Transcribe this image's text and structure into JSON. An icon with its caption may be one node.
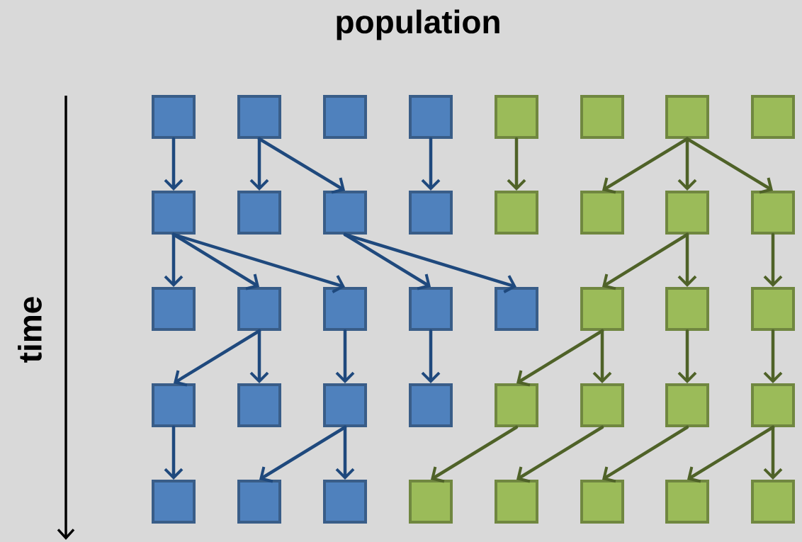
{
  "diagram": {
    "title": "population",
    "nodes": [
      {
        "text": [],
        "shape": "box"
      },
      {
        "text": [],
        "shape": "box"
      },
      {
        "text": [],
        "shape": "box"
      },
      {
        "text": [],
        "shape": "box"
      },
      {
        "text": [],
        "shape": "box"
      },
      {
        "text": [],
        "shape": "box"
      },
      {
        "text": [],
        "shape": "box"
      },
      {
        "text": [],
        "shape": "box"
      },
      {
        "text": [],
        "shape": "box"
      },
      {
        "text": [],
        "shape": "box"
      },
      {
        "text": [],
        "shape": "box"
      },
      {
        "text": [],
        "shape": "box"
      },
      {
        "text": [],
        "shape": "box"
      },
      {
        "text": [],
        "shape": "box"
      },
      {
        "text": [],
        "shape": "box"
      },
      {
        "text": [],
        "shape": "box"
      },
      {
        "text": [],
        "shape": "box"
      },
      {
        "text": [],
        "shape": "box"
      },
      {
        "text": [],
        "shape": "box"
      },
      {
        "text": [],
        "shape": "box"
      },
      {
        "text": [],
        "shape": "box"
      },
      {
        "text": [],
        "shape": "box"
      },
      {
        "text": [],
        "shape": "box"
      },
      {
        "text": [],
        "shape": "box"
      },
      {
        "text": [],
        "shape": "box"
      },
      {
        "text": [],
        "shape": "box"
      },
      {
        "text": [],
        "shape": "box"
      },
      {
        "text": [],
        "shape": "box"
      },
      {
        "text": [],
        "shape": "box"
      },
      {
        "text": [],
        "shape": "box"
      },
      {
        "text": [],
        "shape": "box"
      },
      {
        "text": [],
        "shape": "box"
      },
      {
        "text": [],
        "shape": "box"
      },
      {
        "text": [],
        "shape": "box"
      },
      {
        "text": [],
        "shape": "box"
      },
      {
        "text": [],
        "shape": "box"
      },
      {
        "text": [],
        "shape": "box"
      },
      {
        "text": [],
        "shape": "box"
      },
      {
        "text": [],
        "shape": "box"
      },
      {
        "text": [],
        "shape": "box"
      }
    ],
    "edges": [
      {
        "from": 0,
        "to": 8,
        "arrow": "to",
        "color": "#1f497d"
      },
      {
        "from": 1,
        "to": 9,
        "arrow": "to",
        "color": "#1f497d"
      },
      {
        "from": 1,
        "to": 10,
        "arrow": "to",
        "color": "#1f497d"
      },
      {
        "from": 3,
        "to": 11,
        "arrow": "to",
        "color": "#1f497d"
      },
      {
        "from": 4,
        "to": 12,
        "arrow": "to",
        "color": "#4f6228"
      },
      {
        "from": 6,
        "to": 13,
        "arrow": "to",
        "color": "#4f6228"
      },
      {
        "from": 6,
        "to": 14,
        "arrow": "to",
        "color": "#4f6228"
      },
      {
        "from": 6,
        "to": 15,
        "arrow": "to",
        "color": "#4f6228"
      },
      {
        "from": 8,
        "to": 16,
        "arrow": "to",
        "color": "#1f497d"
      },
      {
        "from": 8,
        "to": 17,
        "arrow": "to",
        "color": "#1f497d"
      },
      {
        "from": 8,
        "to": 18,
        "arrow": "to",
        "color": "#1f497d"
      },
      {
        "from": 10,
        "to": 19,
        "arrow": "to",
        "color": "#1f497d"
      },
      {
        "from": 10,
        "to": 20,
        "arrow": "to",
        "color": "#1f497d"
      },
      {
        "from": 14,
        "to": 21,
        "arrow": "to",
        "color": "#4f6228"
      },
      {
        "from": 14,
        "to": 22,
        "arrow": "to",
        "color": "#4f6228"
      },
      {
        "from": 15,
        "to": 23,
        "arrow": "to",
        "color": "#4f6228"
      },
      {
        "from": 17,
        "to": 24,
        "arrow": "to",
        "color": "#1f497d"
      },
      {
        "from": 17,
        "to": 25,
        "arrow": "to",
        "color": "#1f497d"
      },
      {
        "from": 18,
        "to": 26,
        "arrow": "to",
        "color": "#1f497d"
      },
      {
        "from": 19,
        "to": 27,
        "arrow": "to",
        "color": "#1f497d"
      },
      {
        "from": 21,
        "to": 28,
        "arrow": "to",
        "color": "#4f6228"
      },
      {
        "from": 21,
        "to": 29,
        "arrow": "to",
        "color": "#4f6228"
      },
      {
        "from": 22,
        "to": 30,
        "arrow": "to",
        "color": "#4f6228"
      },
      {
        "from": 23,
        "to": 31,
        "arrow": "to",
        "color": "#4f6228"
      },
      {
        "from": 24,
        "to": 32,
        "arrow": "to",
        "color": "#1f497d"
      },
      {
        "from": 26,
        "to": 33,
        "arrow": "to",
        "color": "#1f497d"
      },
      {
        "from": 26,
        "to": 34,
        "arrow": "to",
        "color": "#1f497d"
      },
      {
        "from": 28,
        "to": 35,
        "arrow": "to",
        "color": "#4f6228"
      },
      {
        "from": 29,
        "to": 36,
        "arrow": "to",
        "color": "#4f6228"
      },
      {
        "from": 30,
        "to": 37,
        "arrow": "to",
        "color": "#4f6228"
      },
      {
        "from": 31,
        "to": 38,
        "arrow": "to",
        "color": "#4f6228"
      },
      {
        "from": 31,
        "to": 39,
        "arrow": "to",
        "color": "#4f6228"
      }
    ],
    "labels": [
      "time"
    ]
  }
}
